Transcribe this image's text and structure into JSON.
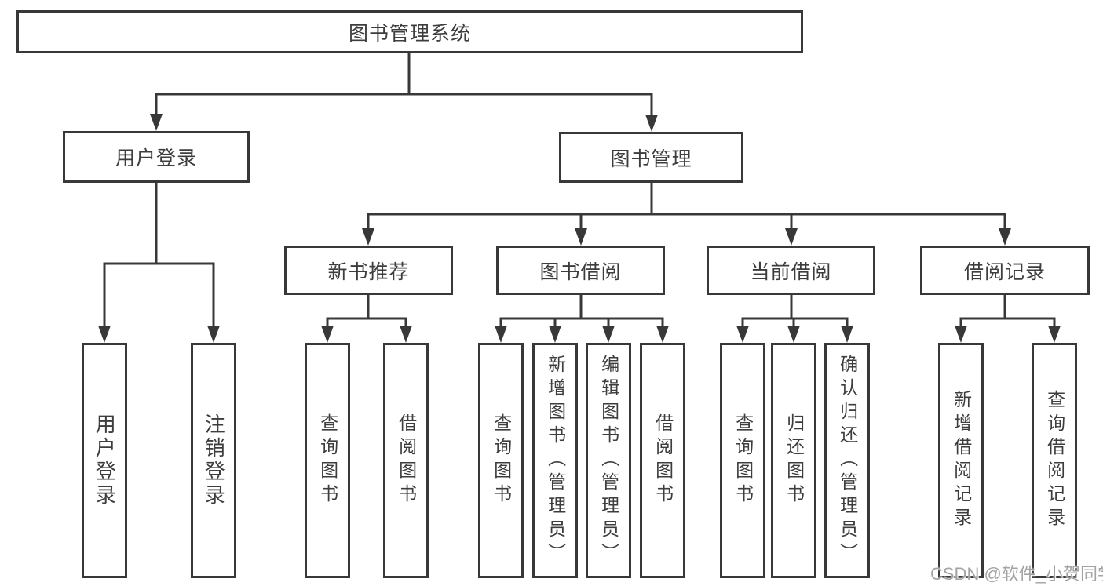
{
  "diagram": {
    "type": "tree",
    "title": "图书管理系统",
    "watermark": "CSDN @软件_小贺同学",
    "colors": {
      "line": "#383838",
      "text": "#3d3d3d",
      "background": "#ffffff",
      "watermark": "#a3a3a3"
    },
    "nodes": {
      "root": {
        "label": "图书管理系统",
        "children": [
          "user_login",
          "book_mgmt"
        ]
      },
      "user_login": {
        "label": "用户登录",
        "children": [
          "leaf_user_login",
          "leaf_logout"
        ]
      },
      "book_mgmt": {
        "label": "图书管理",
        "children": [
          "new_book_rec",
          "book_borrow",
          "current_borrow",
          "borrow_records"
        ]
      },
      "new_book_rec": {
        "label": "新书推荐",
        "children": [
          "leaf_query_book_a",
          "leaf_borrow_book_a"
        ]
      },
      "book_borrow": {
        "label": "图书借阅",
        "children": [
          "leaf_query_book_b",
          "leaf_add_book",
          "leaf_edit_book",
          "leaf_borrow_book_b"
        ]
      },
      "current_borrow": {
        "label": "当前借阅",
        "children": [
          "leaf_query_book_c",
          "leaf_return_book",
          "leaf_confirm_return"
        ]
      },
      "borrow_records": {
        "label": "借阅记录",
        "children": [
          "leaf_add_record",
          "leaf_query_record"
        ]
      },
      "leaf_user_login": {
        "label": "用户登录"
      },
      "leaf_logout": {
        "label": "注销登录"
      },
      "leaf_query_book_a": {
        "label": "查询图书"
      },
      "leaf_borrow_book_a": {
        "label": "借阅图书"
      },
      "leaf_query_book_b": {
        "label": "查询图书"
      },
      "leaf_add_book": {
        "label": "新增图书（管理员）"
      },
      "leaf_edit_book": {
        "label": "编辑图书（管理员）"
      },
      "leaf_borrow_book_b": {
        "label": "借阅图书"
      },
      "leaf_query_book_c": {
        "label": "查询图书"
      },
      "leaf_return_book": {
        "label": "归还图书"
      },
      "leaf_confirm_return": {
        "label": "确认归还（管理员）"
      },
      "leaf_add_record": {
        "label": "新增借阅记录"
      },
      "leaf_query_record": {
        "label": "查询借阅记录"
      }
    }
  }
}
